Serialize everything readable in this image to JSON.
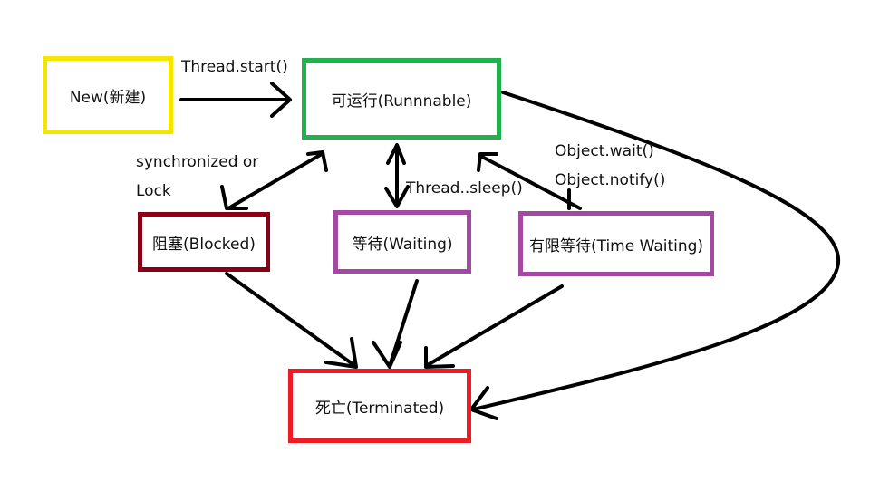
{
  "diagram": {
    "nodes": {
      "new": {
        "label": "New(新建)",
        "color": "#f5e600"
      },
      "runnable": {
        "label": "可运行(Runnnable)",
        "color": "#22b14c"
      },
      "blocked": {
        "label": "阻塞(Blocked)",
        "color": "#880015"
      },
      "waiting": {
        "label": "等待(Waiting)",
        "color": "#a349a4"
      },
      "timed_waiting": {
        "label": "有限等待(Time Waiting)",
        "color": "#a349a4"
      },
      "terminated": {
        "label": "死亡(Terminated)",
        "color": "#ed1c24"
      }
    },
    "edge_labels": {
      "thread_start": "Thread.start()",
      "sync_line1": "synchronized or",
      "sync_line2": "Lock",
      "thread_sleep": "Thread..sleep()",
      "object_wait": "Object.wait()",
      "object_notify": "Object.notify()"
    }
  }
}
